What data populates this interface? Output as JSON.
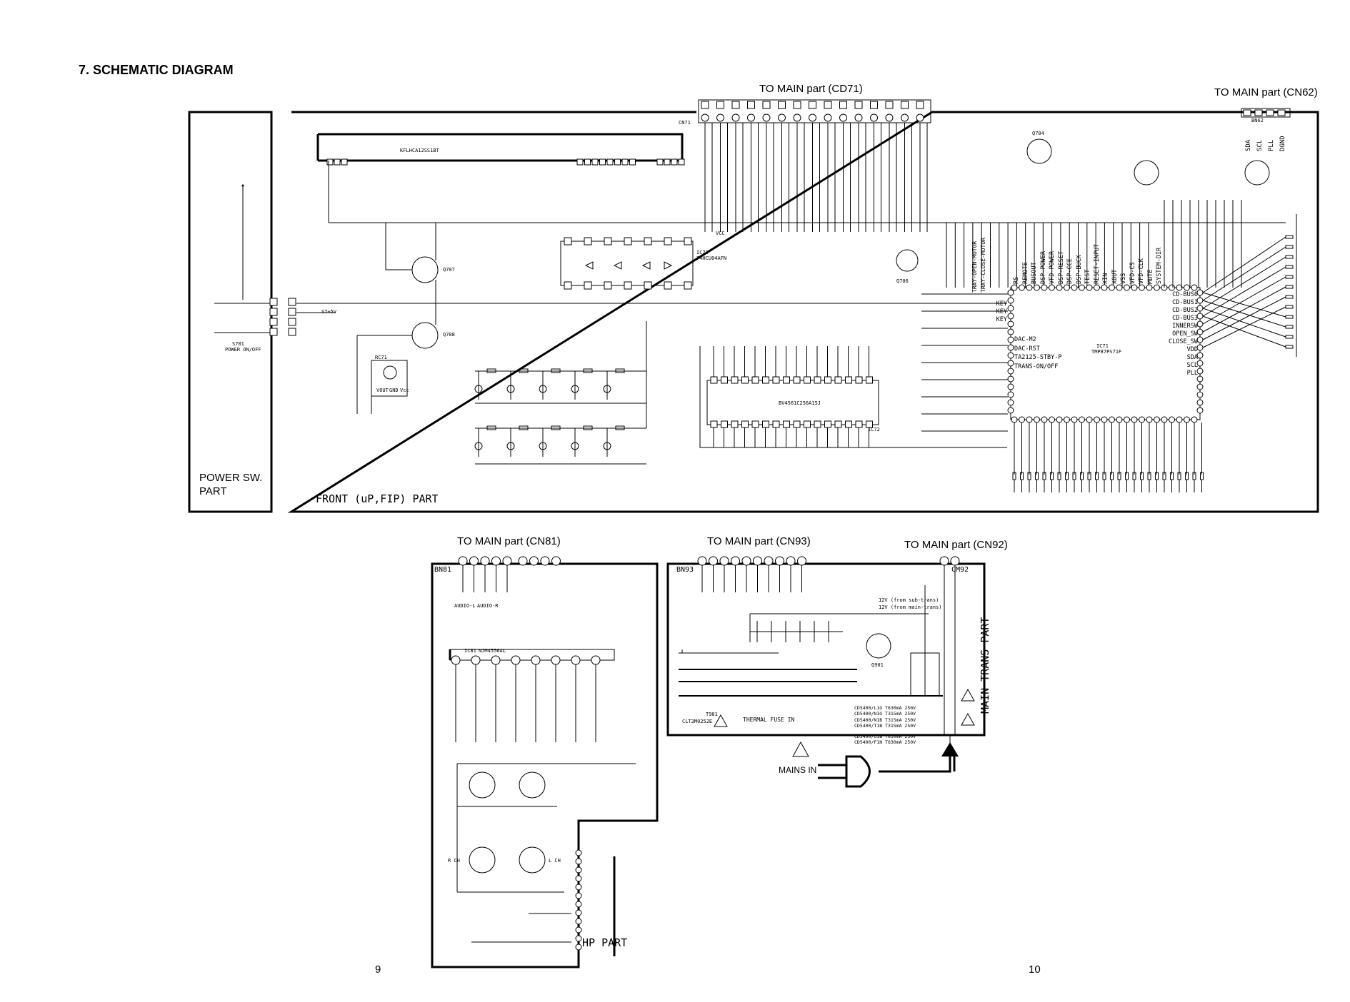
{
  "page": {
    "title": "7. SCHEMATIC DIAGRAM",
    "page_left": "9",
    "page_right": "10"
  },
  "connectors": {
    "cd71": "TO MAIN part (CD71)",
    "cn62": "TO MAIN part (CN62)",
    "cn81": "TO MAIN part (CN81)",
    "cn93": "TO MAIN part (CN93)",
    "cn92": "TO MAIN part (CN92)"
  },
  "sections": {
    "power_sw": "POWER SW.\nPART",
    "front": "FRONT (uP,FIP) PART",
    "hp": "HP PART",
    "main_trans": "MAIN TRANS PART",
    "mains_in": "MAINS IN",
    "thermal_fuse": "THERMAL FUSE IN"
  },
  "components": {
    "fip": "KFLHCA12SS1BT",
    "ic73": "IC73",
    "ic73_part": "74HCU04AFN",
    "ic72": "IC72",
    "ic72_part": "BV4561C256A15J",
    "ic71": "IC71",
    "ic71_part": "TMP87PS71F",
    "ic81": "IC81",
    "ic81_part": "NJM4556AL",
    "q707": "Q707",
    "q708": "Q708",
    "q706": "Q706",
    "q704": "Q704",
    "q901": "Q901",
    "rc71": "RC71",
    "bn81": "BN81",
    "bn93": "BN93",
    "cm92": "CM92",
    "bn62": "BN62",
    "cn71": "CN71",
    "t901": "T901",
    "t901_part": "CLT3M0252E",
    "s701": "S701",
    "s701_label": "POWER ON/OFF",
    "rc_vout": "VOUT",
    "rc_gnd": "GND",
    "rc_vcc": "Vcc"
  },
  "ic71_pins_left": [
    "KEY",
    "KEY",
    "KEY",
    "DAC-M2",
    "DAC-RST",
    "TA2125-STBY-P",
    "TRANS-ON/OFF"
  ],
  "ic71_pins_top": [
    "RS",
    "REMOTE",
    "BUSOUT",
    "DSP-POWER",
    "VFD-POWER",
    "DSP-RESET",
    "DSP-CCE",
    "DSP-BUCK",
    "TEST",
    "RESET-INPUT",
    "XIN",
    "XOUT",
    "VSS",
    "VFD-CS",
    "VFD-CLK",
    "MUTE",
    "SYSTEM-DIR"
  ],
  "ic71_pins_right": [
    "CD-BUS0",
    "CD-BUS1",
    "CD-BUS2",
    "CD-BUS3",
    "INNERSW",
    "OPEN_SW",
    "CLOSE_SW",
    "VDD",
    "SDA",
    "SCL",
    "PLL"
  ],
  "cn62_pins": [
    "SDA",
    "SCL",
    "PLL",
    "DGND"
  ],
  "tray_labels": [
    "TRAY-OPEN-MOTOR",
    "TRAY-CLOSE-MOTOR"
  ],
  "fuse_table": [
    {
      "model": "CD5400/L1G",
      "fuse": "T630mA 250V"
    },
    {
      "model": "CD5400/N1G",
      "fuse": "T315mA 250V"
    },
    {
      "model": "CD5400/N1B",
      "fuse": "T315mA 250V"
    },
    {
      "model": "CD5400/T1B",
      "fuse": "T315mA 250V"
    },
    {
      "model": "CD5400/U1B",
      "fuse": "T630mA 250V"
    },
    {
      "model": "CD5400/F1N",
      "fuse": "T630mA 250V"
    }
  ],
  "supply_labels": {
    "st5v": "ST+5V",
    "vcc": "VCC",
    "sub_trans": "12V (from sub-trans)",
    "main_trans": "12V (from main-trans)"
  },
  "hp_labels": {
    "rch": "R CH",
    "lch": "L CH",
    "audio_l": "AUDIO-L",
    "audio_r": "AUDIO-R"
  }
}
